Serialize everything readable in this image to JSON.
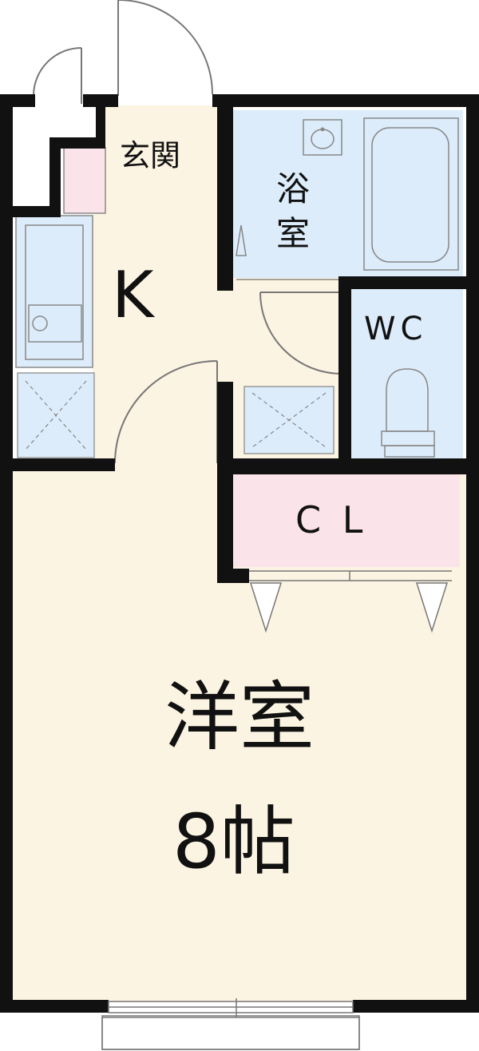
{
  "floorplan": {
    "rooms": {
      "genkan": "玄関",
      "kitchen": "K",
      "bath_line1": "浴",
      "bath_line2": "室",
      "wc": "WC",
      "closet": "C L",
      "western_room": "洋室",
      "western_room_size": "8帖"
    },
    "colors": {
      "wall": "#111111",
      "floor": "#fcf4e2",
      "wet_area": "#dcecfa",
      "closet": "#fbe3ea",
      "entrance_step": "#fbe3ea"
    }
  }
}
